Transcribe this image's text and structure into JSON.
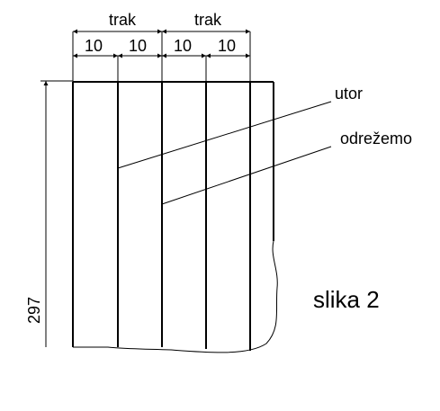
{
  "dimensions": {
    "group_labels": [
      "trak",
      "trak"
    ],
    "segment_labels": [
      "10",
      "10",
      "10",
      "10"
    ],
    "height_label": "297"
  },
  "callouts": {
    "groove": "utor",
    "cut": "odrežemo"
  },
  "figure_caption": "slika 2"
}
